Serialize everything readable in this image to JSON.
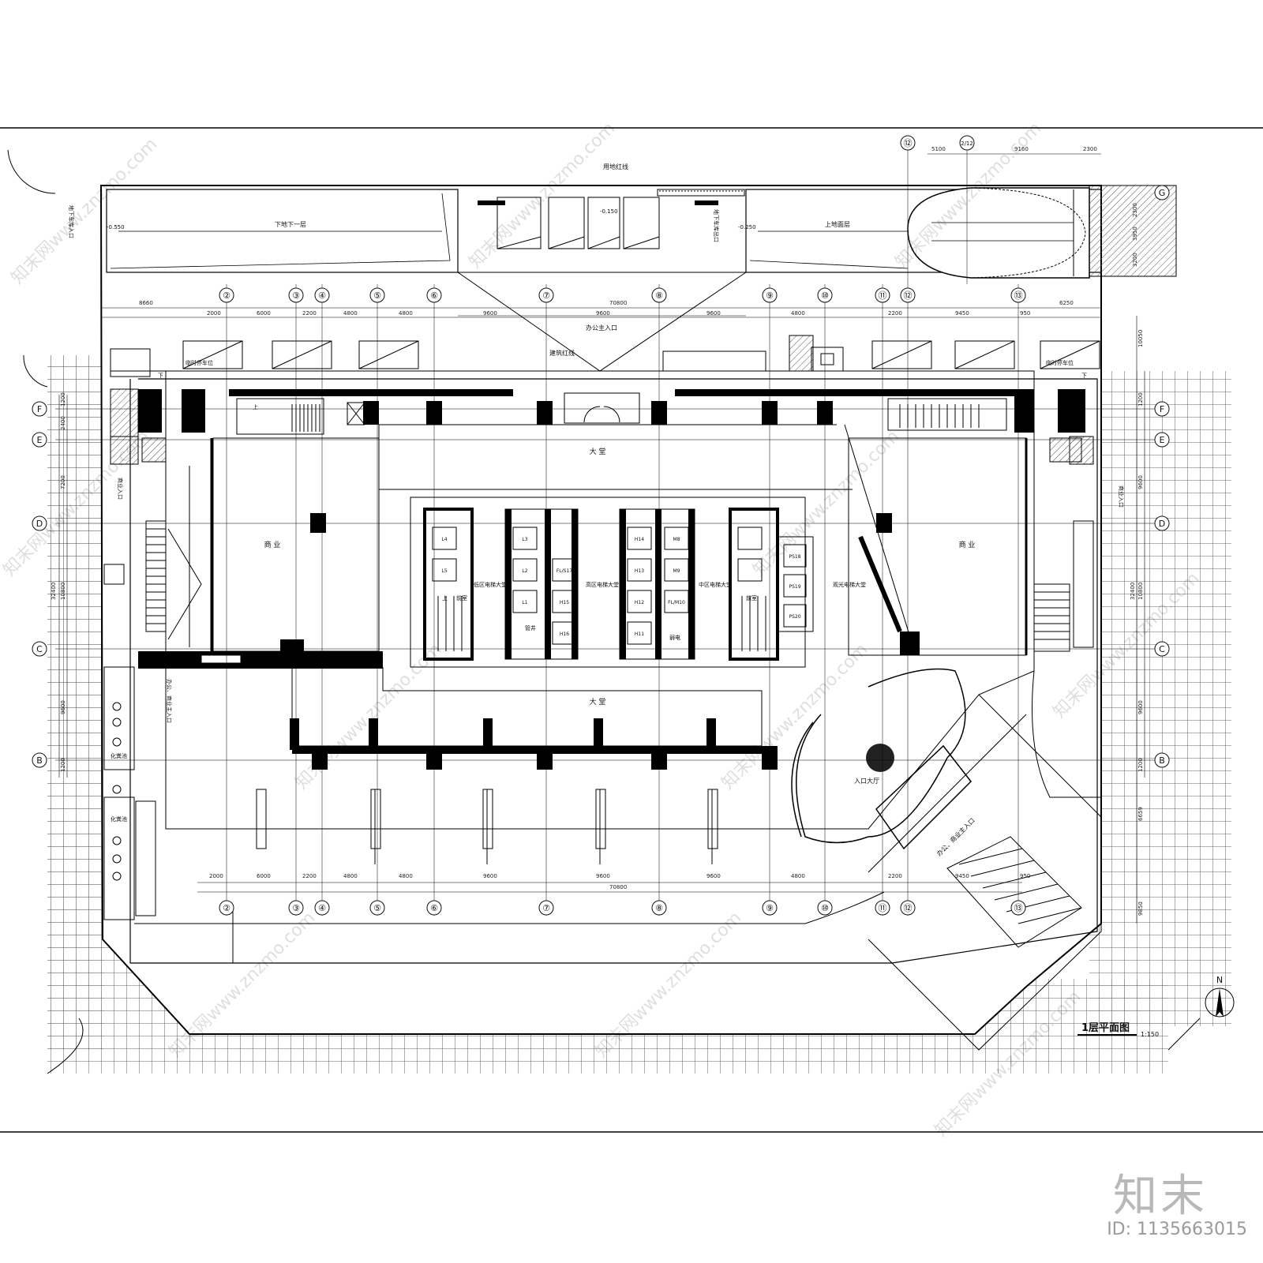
{
  "drawing": {
    "title": "1层平面图",
    "scale": "1:150",
    "north": "N",
    "site_line": "用地红线",
    "building_line": "建筑红线"
  },
  "labels": {
    "ramp_down": "下地下一层",
    "ramp_up": "上地面层",
    "elev_left": "-0.550",
    "elev_mid": "-0.150",
    "elev_right": "-0.250",
    "garage_entry": "地下车库入口",
    "garage_exit": "地下车库出口",
    "office_main_entry": "办公主入口",
    "temp_parking": "临时停车位",
    "lobby": "大 堂",
    "commercial": "商 业",
    "commercial_entry": "商业入口",
    "low_zone_lobby": "低区电梯大堂",
    "high_zone_lobby": "高区电梯大堂",
    "mid_zone_lobby": "中区电梯大堂",
    "sightseeing_lobby": "观光电梯大堂",
    "entrance_hall": "入口大厅",
    "office_commercial_entry": "办公、商业主入口",
    "septic_tank": "化粪池",
    "up": "上",
    "down": "下",
    "shaft": "管井",
    "electric": "弱电",
    "stair_room": "前室"
  },
  "elevators": {
    "low": [
      "L4",
      "L5",
      "L3",
      "L2",
      "L1",
      "FL/S17"
    ],
    "high": [
      "H15",
      "H16",
      "H14",
      "H13",
      "H12",
      "H11"
    ],
    "mid": [
      "M8",
      "M9",
      "FL/M10"
    ],
    "sightseeing": [
      "PS18",
      "PS19",
      "PS20"
    ]
  },
  "axes": {
    "columns": [
      "②",
      "③",
      "④",
      "⑤",
      "⑥",
      "⑦",
      "⑧",
      "⑨",
      "⑩",
      "⑪",
      "⑫",
      "⑬"
    ],
    "rows": [
      "F",
      "E",
      "D",
      "C",
      "B"
    ],
    "extra_top": [
      "⑫",
      "2/12"
    ],
    "extra_g": "G"
  },
  "dimensions": {
    "top_total": "70800",
    "bottom_total": "70800",
    "top_segments": [
      "8660",
      "2000",
      "6000",
      "2200",
      "4800",
      "4800",
      "9600",
      "9600",
      "9600",
      "4800",
      "2200",
      "9450",
      "950",
      "6250"
    ],
    "bottom_segments": [
      "2000",
      "6000",
      "2200",
      "4800",
      "4800",
      "9600",
      "9600",
      "9600",
      "4800",
      "2200",
      "9450",
      "950"
    ],
    "top_right": [
      "5100",
      "9160",
      "2300"
    ],
    "left_total": "32400",
    "left_segments": [
      "1200",
      "2400",
      "7200",
      "10800",
      "9600",
      "1200"
    ],
    "right_segments": [
      "10050",
      "1200",
      "9600",
      "10800",
      "9600",
      "1200",
      "6659",
      "9850"
    ],
    "right_total": "32400",
    "g_segments": [
      "2300",
      "3950",
      "3200"
    ]
  },
  "brand": "知末",
  "image_id": "ID: 1135663015",
  "watermark": "知末网www.znzmo.com"
}
